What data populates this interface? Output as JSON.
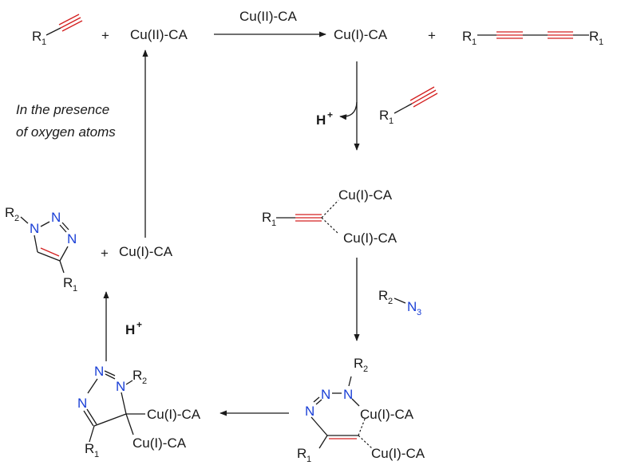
{
  "colors": {
    "ink": "#1a1a1a",
    "triple_bond": "#d42020",
    "nitrogen": "#1a3fd6"
  },
  "labels": {
    "cu2_ca": "Cu(II)-CA",
    "cu2_ca_arrow": "Cu(II)-CA",
    "cu1_ca": "Cu(I)-CA",
    "plus": "+",
    "R": "R",
    "sub1": "1",
    "sub2": "2",
    "sub3": "3",
    "N": "N",
    "H": "H",
    "plus_charge": "+",
    "oxygen_note_line1": "In the presence",
    "oxygen_note_line2": "of oxygen atoms"
  }
}
